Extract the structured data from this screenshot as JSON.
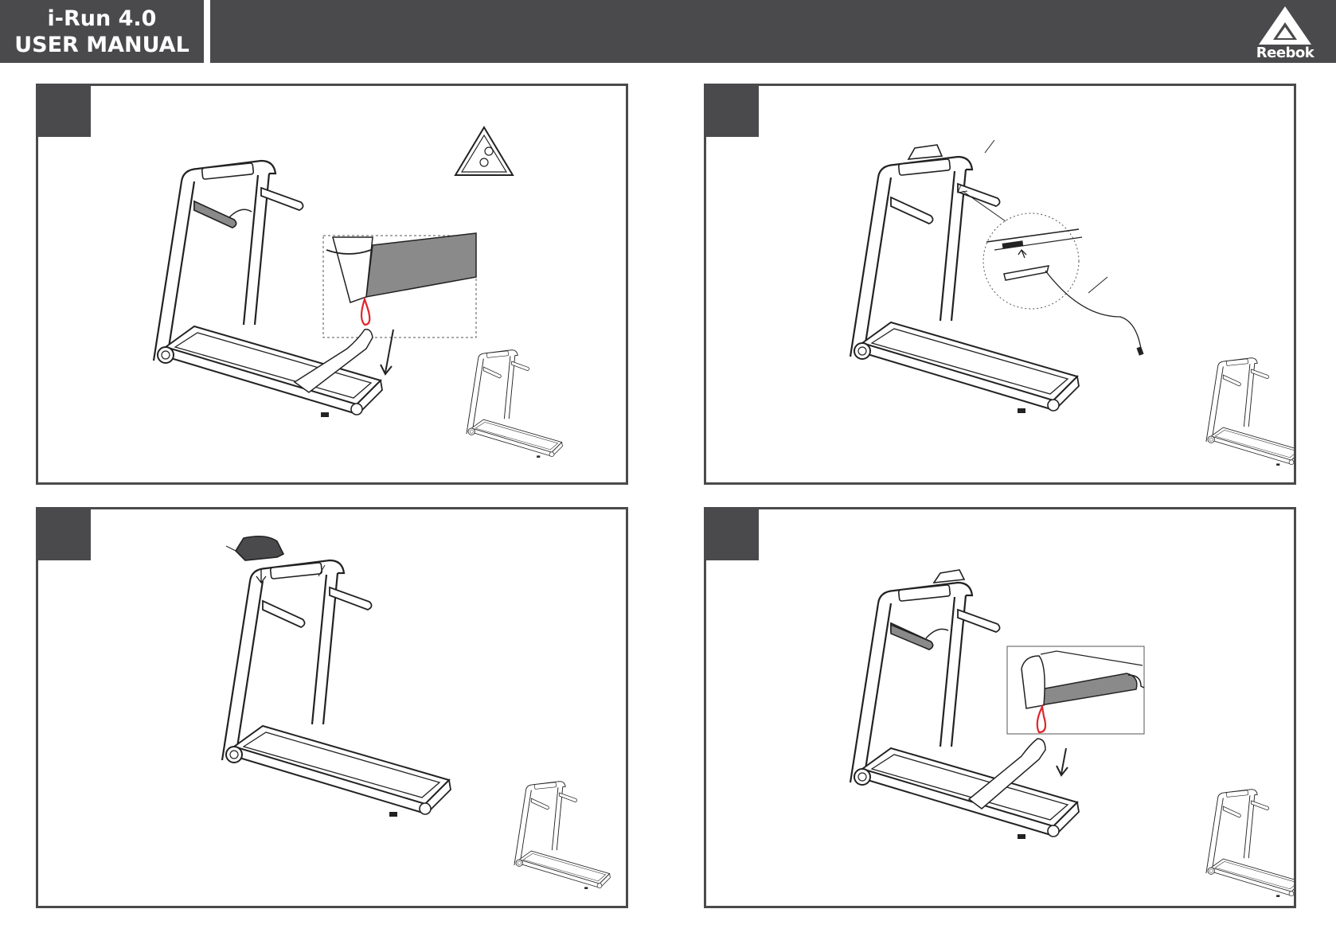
{
  "header": {
    "title_line1": "i-Run 4.0",
    "title_line2": "USER MANUAL",
    "brand": "Reebok"
  },
  "colors": {
    "header_bg": "#4a4a4c",
    "highlight_red": "#e0252b",
    "shade_gray": "#8a8a8a"
  },
  "panels": [
    {
      "id": "panel-1",
      "step_label": "",
      "icons": [
        "pinch-warning-icon",
        "hand-icon",
        "treadmill-illustration"
      ]
    },
    {
      "id": "panel-2",
      "step_label": "",
      "icons": [
        "console-cable-icon",
        "treadmill-illustration"
      ]
    },
    {
      "id": "panel-3",
      "step_label": "",
      "icons": [
        "console-cover-icon",
        "treadmill-illustration"
      ]
    },
    {
      "id": "panel-4",
      "step_label": "",
      "icons": [
        "hand-icon",
        "treadmill-illustration"
      ]
    }
  ]
}
